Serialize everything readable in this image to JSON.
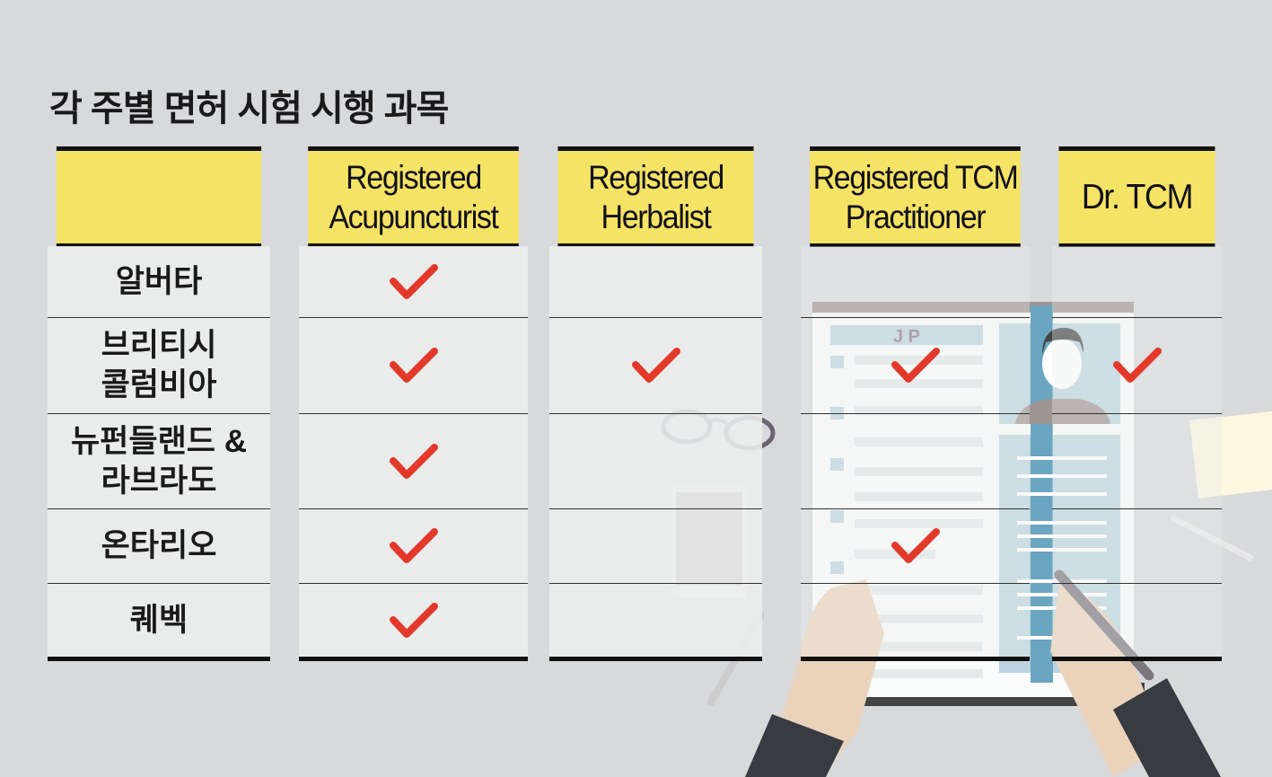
{
  "title": "각 주별 면허 시험 시행 과목",
  "columns": [
    "",
    "Registered Acupuncturist",
    "Registered Herbalist",
    "Registered TCM Practitioner",
    "Dr. TCM"
  ],
  "rows": [
    {
      "province": "알버타",
      "checks": [
        true,
        false,
        false,
        false
      ]
    },
    {
      "province": "브리티시 콜럼비아",
      "checks": [
        true,
        true,
        true,
        true
      ]
    },
    {
      "province": "뉴펀들랜드 & 라브라도",
      "checks": [
        true,
        false,
        false,
        false
      ]
    },
    {
      "province": "온타리오",
      "checks": [
        true,
        false,
        true,
        false
      ]
    },
    {
      "province": "퀘벡",
      "checks": [
        true,
        false,
        false,
        false
      ]
    }
  ],
  "resume_initials": "J P",
  "colors": {
    "header": "#f5e366",
    "check": "#e2392a",
    "background": "#d8d9db"
  }
}
